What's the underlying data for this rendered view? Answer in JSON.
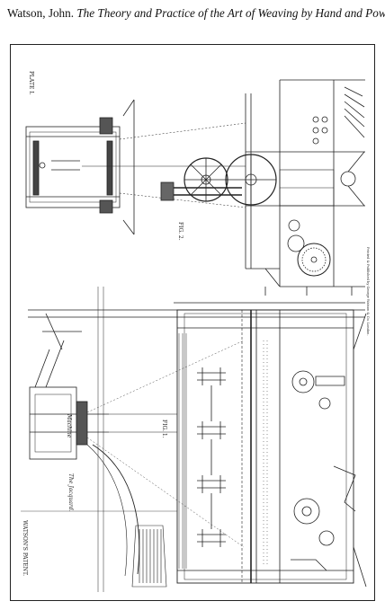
{
  "header": {
    "author": "Watson, John.",
    "title": "The Theory and Practice of the Art of Weaving by Hand and Power"
  },
  "plate": {
    "plate_label": "PLATE I.",
    "fig1_label": "FIG. 1.",
    "fig2_label": "FIG. 2.",
    "patent_label": "WATSON'S PATENT.",
    "jacquard_label": "The Jacquard.",
    "machine_label": "Machine",
    "printer_line": "Printed & Published by George Watson & Co. London."
  }
}
